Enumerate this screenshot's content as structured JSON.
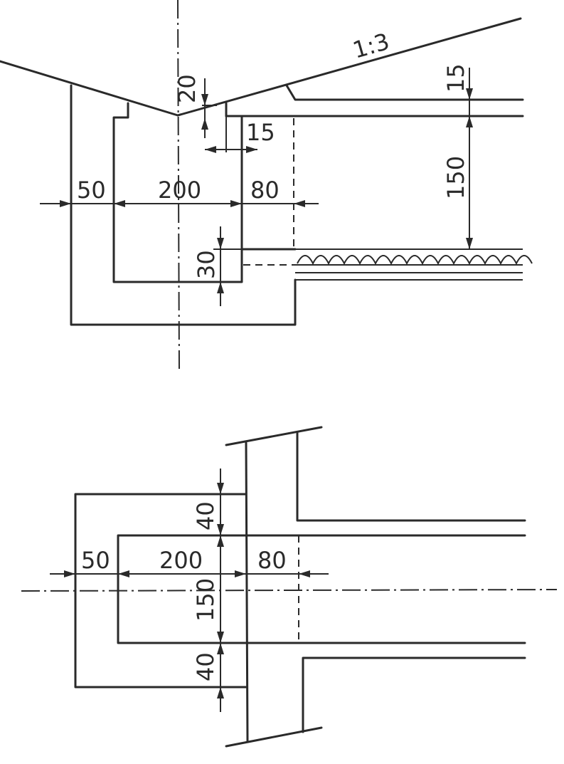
{
  "section_view": {
    "slope": "1:3",
    "dims": {
      "d20": "20",
      "d15_top": "15",
      "d15_right": "15",
      "d50": "50",
      "d200": "200",
      "d80": "80",
      "d150": "150",
      "d30": "30"
    }
  },
  "plan_view": {
    "dims": {
      "d40_top": "40",
      "d50": "50",
      "d200": "200",
      "d80": "80",
      "d150": "150",
      "d40_bottom": "40"
    }
  }
}
